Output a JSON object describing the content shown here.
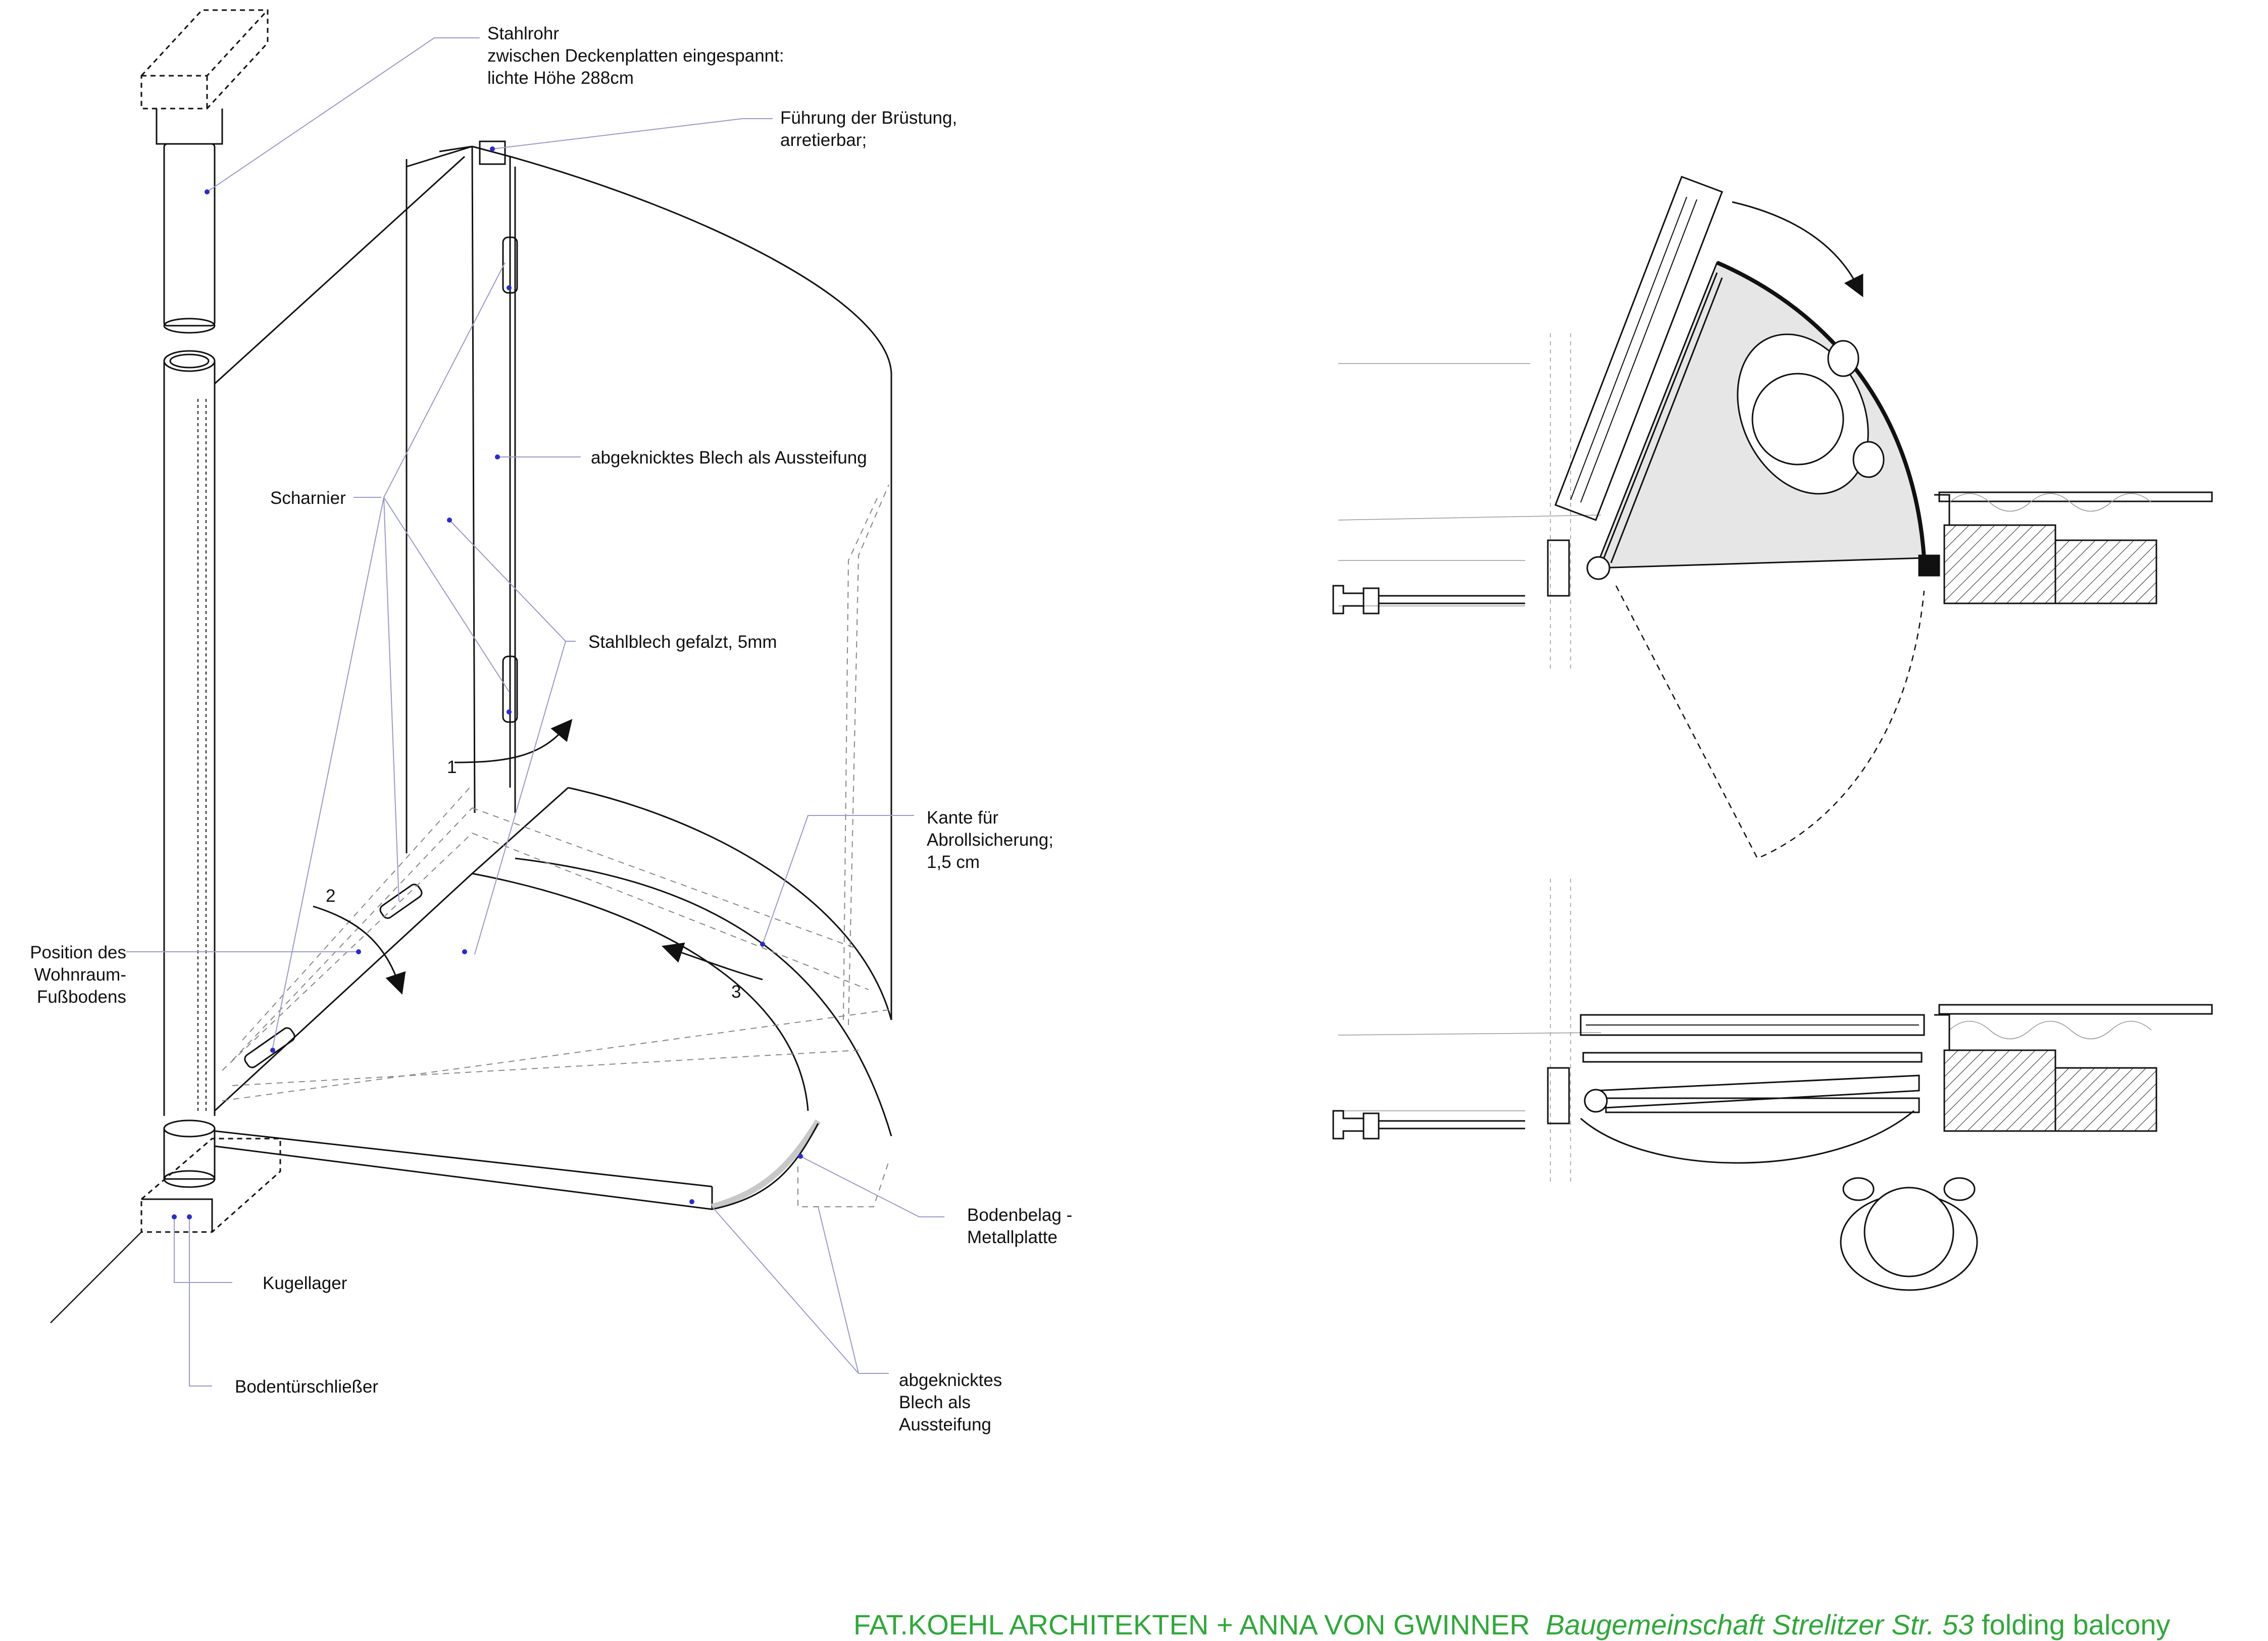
{
  "labels": {
    "stahlrohr": "Stahlrohr\nzwischen Deckenplatten eingespannt:\nlichte Höhe 288cm",
    "fuehrung": "Führung der Brüstung,\narretierbar;",
    "blech_aussteifung": "abgeknicktes Blech als Aussteifung",
    "scharnier": "Scharnier",
    "stahlblech": "Stahlblech gefalzt, 5mm",
    "kante": "Kante für\nAbrollsicherung;\n1,5 cm",
    "position": "Position des\nWohnraum-\nFußbodens",
    "bodenbelag": "Bodenbelag -\nMetallplatte",
    "kugellager": "Kugellager",
    "bodentuerschliesser": "Bodentürschließer",
    "blech_aussteifung2": "abgeknicktes\nBlech als\nAussteifung"
  },
  "step_numbers": [
    "1",
    "2",
    "3"
  ],
  "footer": {
    "firm": "FAT.KOEHL ARCHITEKTEN + ANNA VON GWINNER",
    "project": "Baugemeinschaft Strelitzer Str. 53",
    "subject": "folding balcony"
  },
  "colors": {
    "footer": "#2fa83a",
    "leader": "#9a9ac8",
    "dot": "#2a2ad0",
    "line": "#111111",
    "fill": "#e6e6e6"
  }
}
